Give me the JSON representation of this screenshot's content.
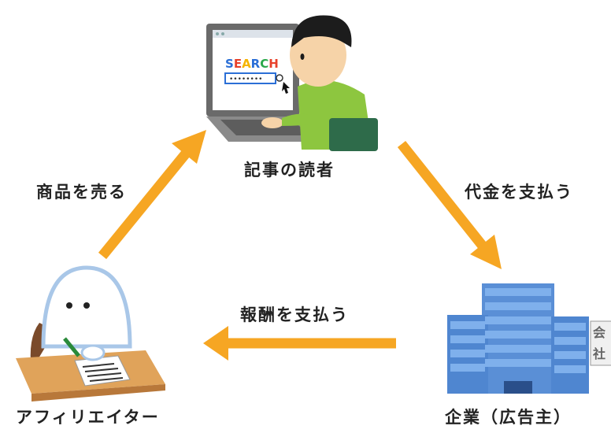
{
  "nodes": {
    "reader": {
      "label": "記事の読者",
      "search_text": "SEARCH"
    },
    "affiliate": {
      "label": "アフィリエイター"
    },
    "enterprise": {
      "label": "企業（広告主）",
      "sign": [
        "会",
        "社"
      ]
    }
  },
  "edges": {
    "affiliate_to_reader": {
      "label": "商品を売る"
    },
    "reader_to_enterprise": {
      "label": "代金を支払う"
    },
    "enterprise_to_affiliate": {
      "label": "報酬を支払う"
    }
  },
  "colors": {
    "arrow": "#f6a623",
    "building": "#5a8fd6",
    "shirt": "#8dc63f",
    "desk": "#e0a35a"
  }
}
